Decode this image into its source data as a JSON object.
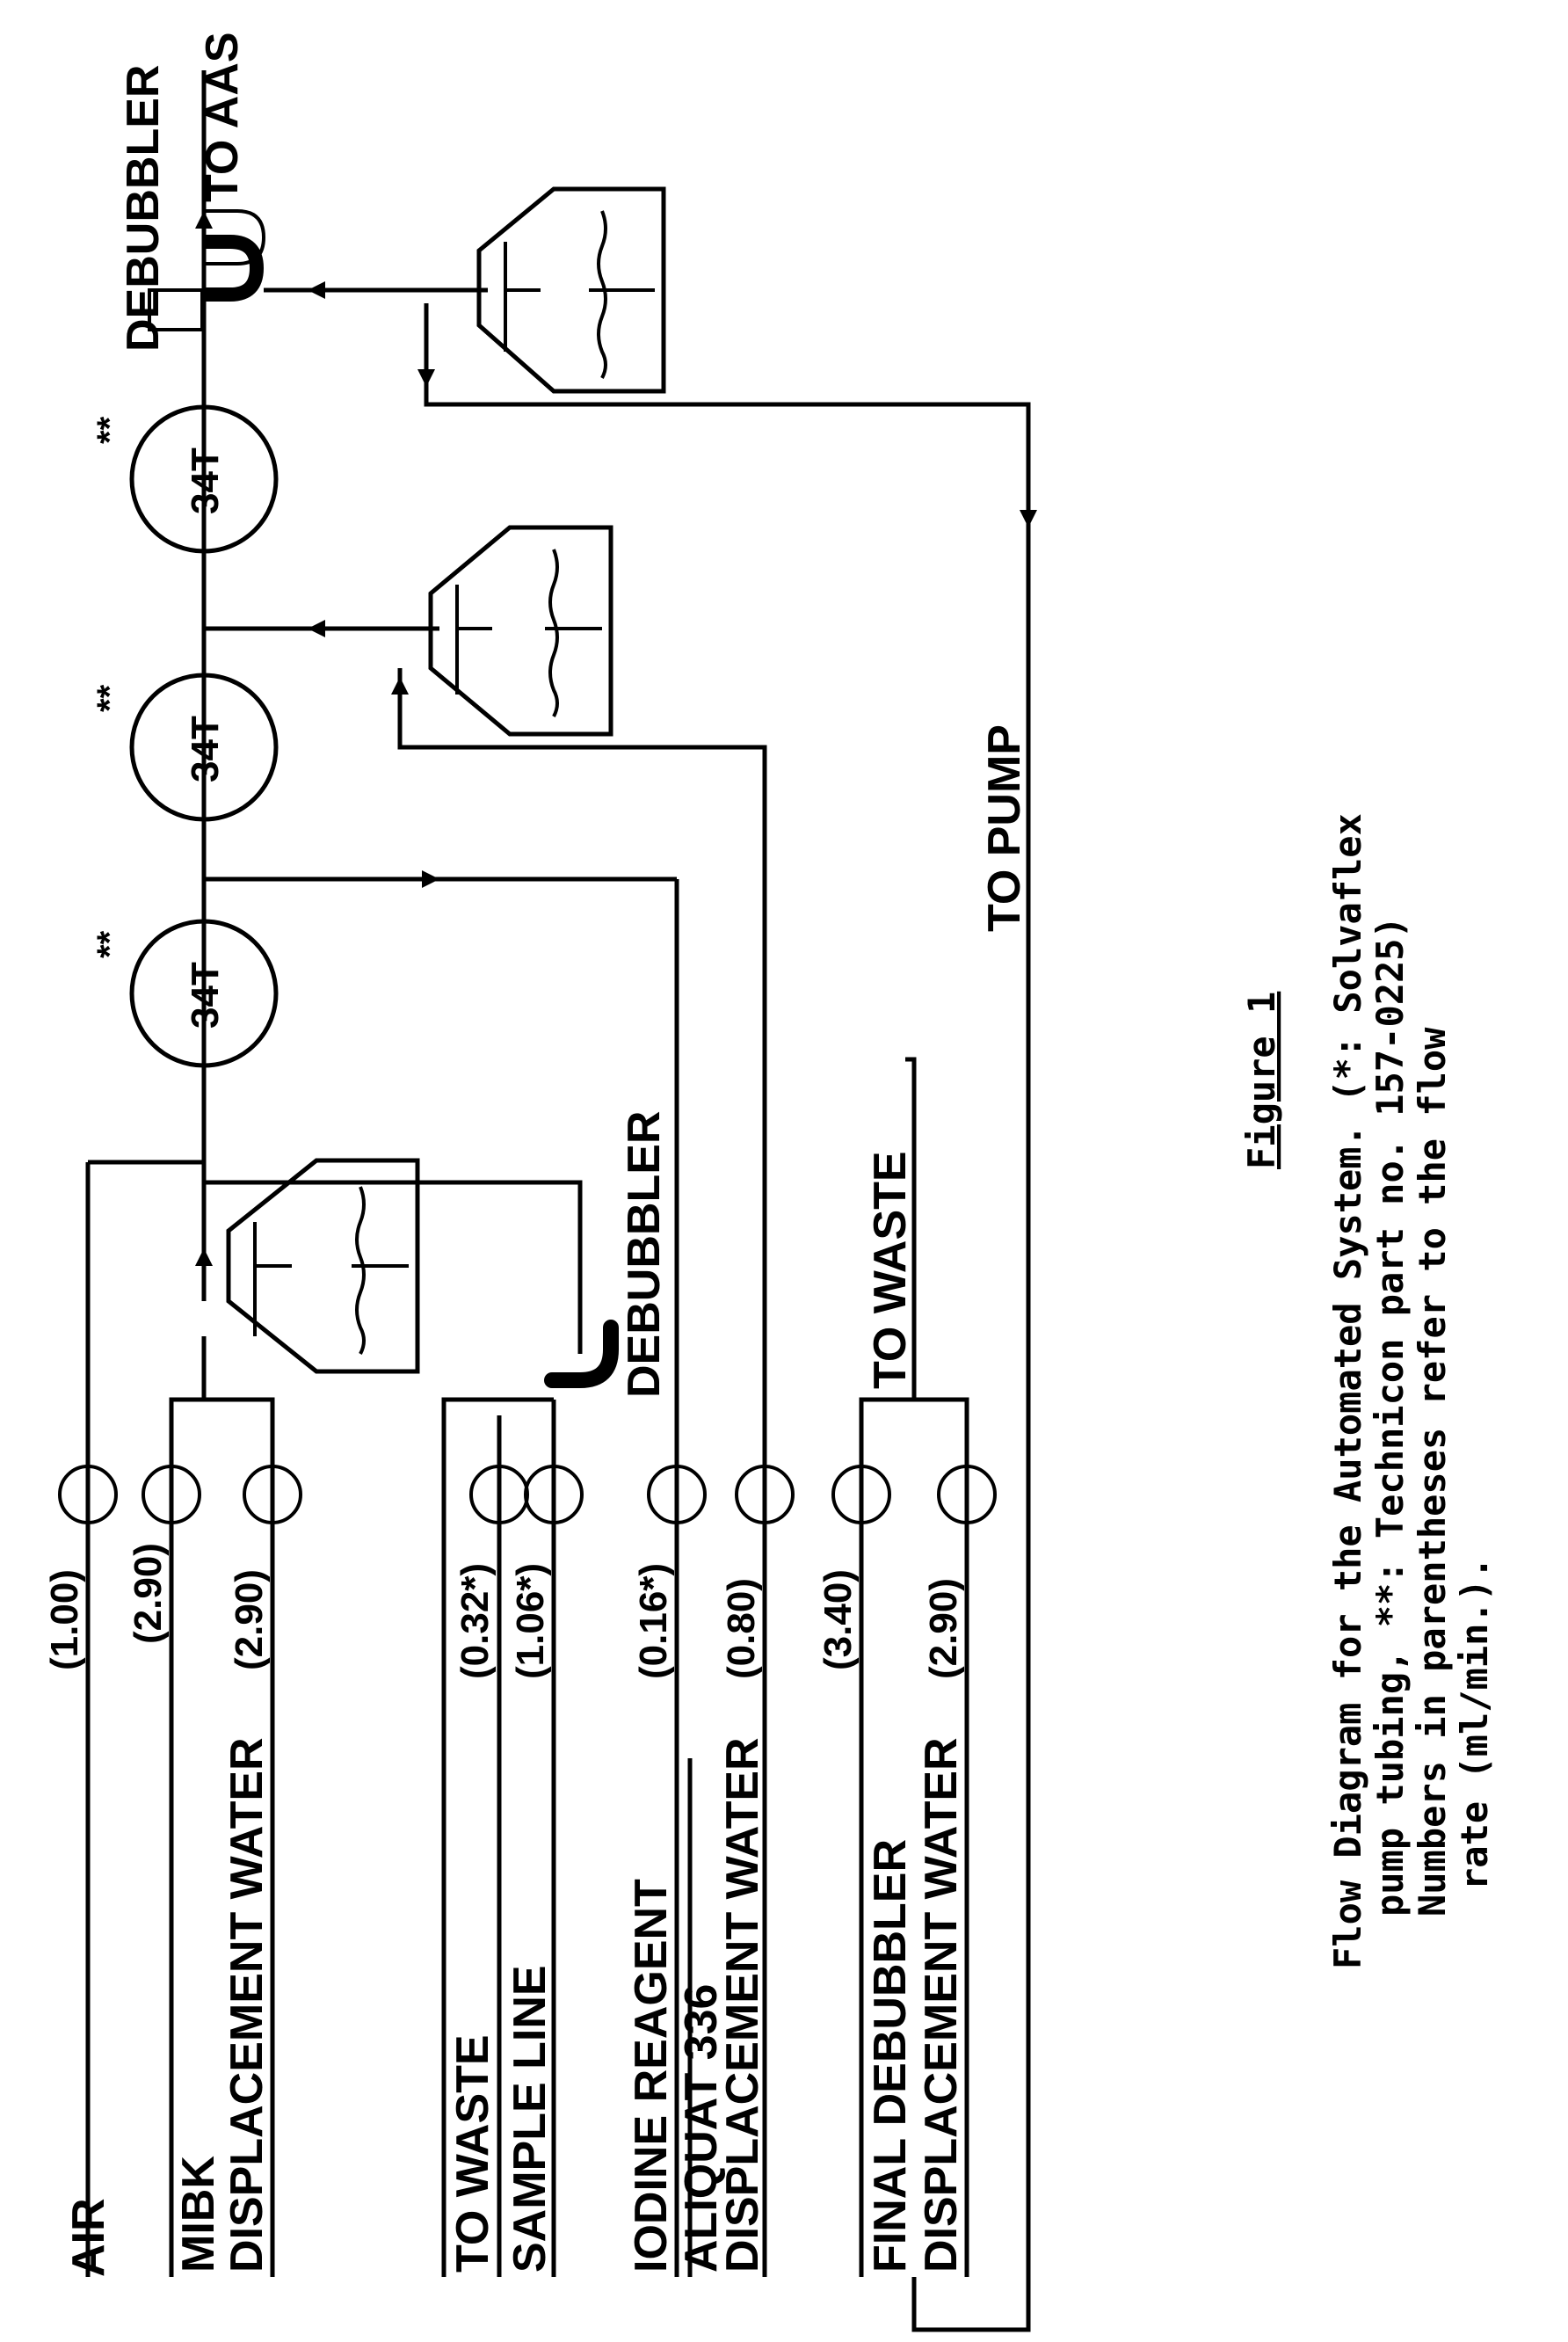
{
  "inlets": {
    "air": "AIR",
    "mibk": "MIBK",
    "displacement_water_1": "DISPLACEMENT WATER",
    "to_waste_1": "TO WASTE",
    "sample_line": "SAMPLE LINE",
    "iodine_reagent": "IODINE REAGENT",
    "aliquat": "ALIQUAT 336",
    "displacement_water_2": "DISPLACEMENT WATER",
    "final_debubbler": "FINAL DEBUBBLER",
    "displacement_water_3": "DISPLACEMENT WATER"
  },
  "rates": {
    "air": "(1.00)",
    "mibk": "(2.90)",
    "displacement_water_1": "(2.90)",
    "to_waste": "(0.32*)",
    "sample_line": "(1.06*)",
    "iodine_reagent": "(0.16*)",
    "displacement_water_2": "(0.80)",
    "final_debubbler": "(3.40)",
    "displacement_water_3": "(2.90)"
  },
  "components": {
    "debubbler_1": "DEBUBBLER",
    "debubbler_2": "DEBUBBLER",
    "to_waste_2": "TO WASTE",
    "to_aas": "TO AAS",
    "to_pump": "TO PUMP",
    "coil_1": "34T",
    "coil_2": "34T",
    "coil_3": "34T",
    "coil_mark": "**"
  },
  "caption": {
    "figure_label": "Figure 1",
    "line1": "Flow Diagram for the Automated System. (*: Solvaflex",
    "line2": "pump tubing, **: Technicon part no. 157-0225)",
    "line3": "Numbers in parentheses refer to the flow",
    "line4": "rate (ml/min.)."
  }
}
